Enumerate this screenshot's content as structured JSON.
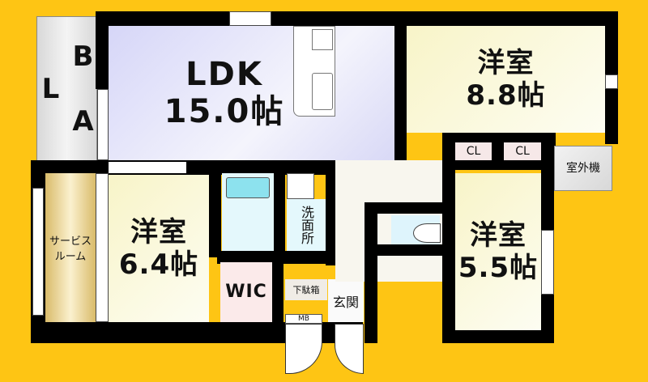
{
  "floorplan": {
    "background_color": "#fec514",
    "rooms": {
      "balcony": {
        "label": "B A L"
      },
      "ldk": {
        "name": "LDK",
        "size": "15.0帖"
      },
      "western_1": {
        "name": "洋室",
        "size": "8.8帖"
      },
      "western_2": {
        "name": "洋室",
        "size": "6.4帖"
      },
      "western_3": {
        "name": "洋室",
        "size": "5.5帖"
      },
      "service_room": {
        "line1": "サービス",
        "line2": "ルーム"
      },
      "wic": {
        "label": "WIC"
      },
      "washroom": {
        "label": "洗面所"
      },
      "closet_1": {
        "label": "CL"
      },
      "closet_2": {
        "label": "CL"
      },
      "outdoor_unit": {
        "label": "室外機"
      },
      "shoe_box": {
        "label": "下駄箱"
      },
      "entrance": {
        "label": "玄関"
      },
      "meter_box": {
        "label": "MB"
      }
    }
  }
}
